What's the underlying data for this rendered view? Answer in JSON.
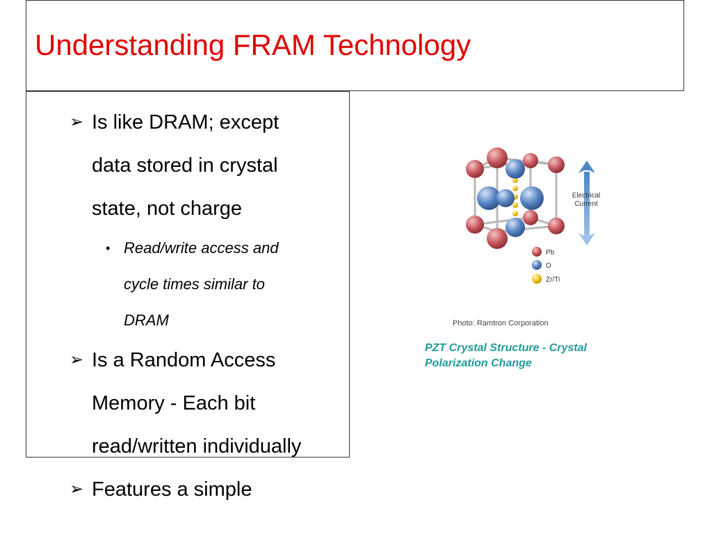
{
  "slide": {
    "title": "Understanding FRAM Technology",
    "title_color": "#e00000",
    "caption_color": "#209a9a"
  },
  "bullets": {
    "b1_lines": [
      "Is like DRAM; except",
      "data stored in crystal",
      "state, not charge"
    ],
    "sub1_lines": [
      "Read/write access and",
      "cycle times similar to",
      "DRAM"
    ],
    "b2_lines": [
      "Is a Random Access",
      "Memory - Each bit",
      "read/written individually"
    ],
    "b3_lines": [
      "Features a simple"
    ]
  },
  "figure": {
    "arrow_label_lines": [
      "Electrical",
      "Current"
    ],
    "legend": [
      {
        "symbol": "Pb",
        "color": "#c0504d"
      },
      {
        "symbol": "O",
        "color": "#4f81bd"
      },
      {
        "symbol": "Zr/Ti",
        "color": "#f0c419"
      }
    ],
    "photo_credit": "Photo: Ramtron Corporation",
    "caption_lines": [
      "PZT Crystal Structure - Crystal",
      "Polarization Change"
    ]
  }
}
